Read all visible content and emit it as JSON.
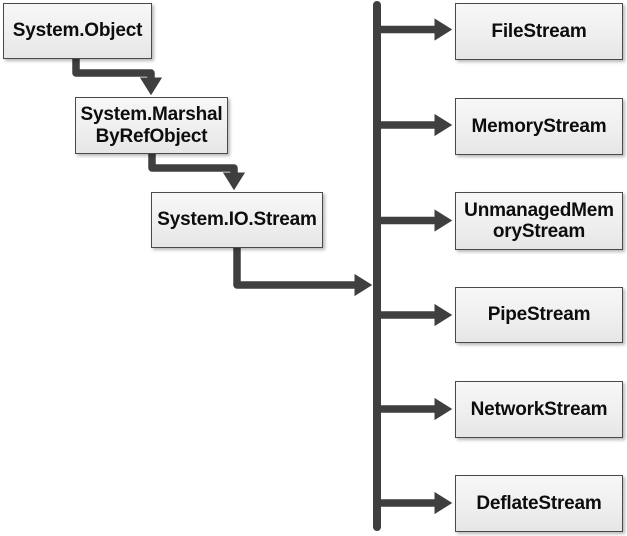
{
  "diagram": {
    "type": "class-hierarchy",
    "colors": {
      "arrow": "#3f3f3f",
      "box_border": "#4a4a4a",
      "box_fill_top": "#f7f7f7",
      "box_fill_bottom": "#e6e6e6",
      "text": "#0d0d0d",
      "background": "#ffffff"
    },
    "nodes": [
      {
        "id": "system-object",
        "label": "System.Object",
        "lines": [
          "System.Object"
        ]
      },
      {
        "id": "system-marshalbyrefobject",
        "label": "System.MarshalByRefObject",
        "lines": [
          "System.Marshal",
          "ByRefObject"
        ]
      },
      {
        "id": "system-io-stream",
        "label": "System.IO.Stream",
        "lines": [
          "System.IO.Stream"
        ]
      },
      {
        "id": "filestream",
        "label": "FileStream",
        "lines": [
          "FileStream"
        ]
      },
      {
        "id": "memorystream",
        "label": "MemoryStream",
        "lines": [
          "MemoryStream"
        ]
      },
      {
        "id": "unmanagedmemorystream",
        "label": "UnmanagedMemoryStream",
        "lines": [
          "UnmanagedMem",
          "oryStream"
        ]
      },
      {
        "id": "pipestream",
        "label": "PipeStream",
        "lines": [
          "PipeStream"
        ]
      },
      {
        "id": "networkstream",
        "label": "NetworkStream",
        "lines": [
          "NetworkStream"
        ]
      },
      {
        "id": "deflatestream",
        "label": "DeflateStream",
        "lines": [
          "DeflateStream"
        ]
      }
    ],
    "edges": [
      {
        "from": "System.Object",
        "to": "System.MarshalByRefObject"
      },
      {
        "from": "System.MarshalByRefObject",
        "to": "System.IO.Stream"
      },
      {
        "from": "System.IO.Stream",
        "to": "derived-trunk"
      },
      {
        "from": "derived-trunk",
        "to": "FileStream"
      },
      {
        "from": "derived-trunk",
        "to": "MemoryStream"
      },
      {
        "from": "derived-trunk",
        "to": "UnmanagedMemoryStream"
      },
      {
        "from": "derived-trunk",
        "to": "PipeStream"
      },
      {
        "from": "derived-trunk",
        "to": "NetworkStream"
      },
      {
        "from": "derived-trunk",
        "to": "DeflateStream"
      }
    ]
  }
}
